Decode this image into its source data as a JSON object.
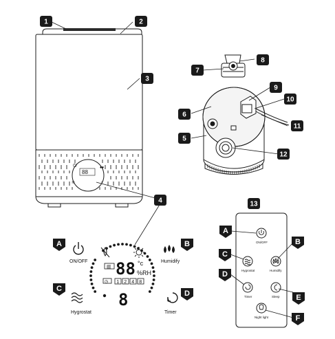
{
  "figure": "humidifier-parts-diagram",
  "colors": {
    "badge": "#1a1a1a",
    "line": "#1a1a1a",
    "background": "#ffffff"
  },
  "part_numbers": [
    "1",
    "2",
    "3",
    "4",
    "5",
    "6",
    "7",
    "8",
    "9",
    "10",
    "11",
    "12",
    "13"
  ],
  "panel": {
    "power_label": "ON/OFF",
    "humidify_label": "Humidify",
    "hygrostat_label": "Hygrostat",
    "timer_label": "Timer",
    "lcd_digits": "88",
    "lcd_unit_c": "°c",
    "lcd_unit_rh": "%RH",
    "lcd_small_digit": "8",
    "lcd_timer_boxes": [
      "1",
      "2",
      "4",
      "8"
    ]
  },
  "button_letters": {
    "a": "A",
    "b": "B",
    "c": "C",
    "d": "D",
    "e": "E",
    "f": "F"
  },
  "remote": {
    "on_off_label": "ON/OFF",
    "hygrostat_label": "Hygrostat",
    "humidify_label": "Humidify",
    "timer_label": "Timer",
    "sleep_label": "Sleep",
    "nightlight_label": "Night light"
  },
  "icons": [
    "power-icon",
    "humidify-drops-icon",
    "hygrostat-waves-icon",
    "timer-icon",
    "sleep-moon-icon",
    "nightlight-bulb-icon",
    "no-mist-icon",
    "sun-icon"
  ]
}
